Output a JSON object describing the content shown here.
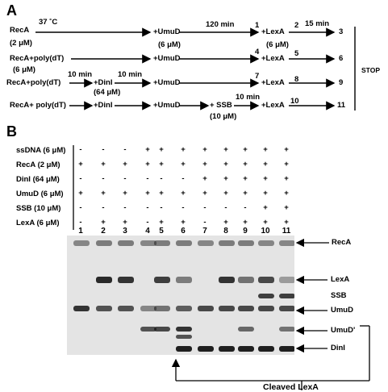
{
  "panel_a": {
    "letter": "A",
    "row1": {
      "start": "RecA",
      "start_conc": "(2 μM)",
      "temp": "37 ˚C",
      "step2": "+UmuD",
      "step2_conc": "(6 μM)",
      "time1": "120 min",
      "step3": "+LexA",
      "step3_conc": "(6 μM)",
      "time2": "15 min",
      "n1": "1",
      "n2": "2",
      "n3": "3"
    },
    "row2": {
      "start": "RecA+poly(dT)",
      "start_conc": "(6 μM)",
      "step2": "+UmuD",
      "step3": "+LexA",
      "n4": "4",
      "n5": "5",
      "n6": "6"
    },
    "row3": {
      "start": "RecA+poly(dT)",
      "time_a": "10 min",
      "step2": "+DinI",
      "step2_conc": "(64 μM)",
      "time_b": "10 min",
      "step3": "+UmuD",
      "step4": "+LexA",
      "n7": "7",
      "n8": "8",
      "n9": "9"
    },
    "row4": {
      "start": "RecA+ poly(dT)",
      "step2": "+DinI",
      "step3": "+UmuD",
      "step4": "+ SSB",
      "step4_conc": "(10 μM)",
      "time": "10 min",
      "step5": "+LexA",
      "n10": "10",
      "n11": "11"
    },
    "stop": "STOP"
  },
  "panel_b": {
    "letter": "B",
    "conditions": [
      {
        "label": "ssDNA (6 μM)",
        "marks": [
          "-",
          "-",
          "-",
          "+",
          "+",
          "+",
          "+",
          "+",
          "+",
          "+",
          "+"
        ]
      },
      {
        "label": "RecA (2 μM)",
        "marks": [
          "+",
          "+",
          "+",
          "+",
          "+",
          "+",
          "+",
          "+",
          "+",
          "+",
          "+"
        ]
      },
      {
        "label": "DinI (64 μM)",
        "marks": [
          "-",
          "-",
          "-",
          "-",
          "-",
          "-",
          "+",
          "+",
          "+",
          "+",
          "+"
        ]
      },
      {
        "label": "UmuD (6 μM)",
        "marks": [
          "+",
          "+",
          "+",
          "+",
          "+",
          "+",
          "+",
          "+",
          "+",
          "+",
          "+"
        ]
      },
      {
        "label": "SSB (10 μM)",
        "marks": [
          "-",
          "-",
          "-",
          "-",
          "-",
          "-",
          "-",
          "-",
          "-",
          "+",
          "+"
        ]
      },
      {
        "label": "LexA (6 μM)",
        "marks": [
          "-",
          "+",
          "+",
          "-",
          "+",
          "+",
          "-",
          "+",
          "+",
          "+",
          "+"
        ]
      }
    ],
    "lanes": [
      "1",
      "2",
      "3",
      "4",
      "5",
      "6",
      "7",
      "8",
      "9",
      "10",
      "11"
    ],
    "band_labels": {
      "reca": "RecA",
      "lexa": "LexA",
      "ssb": "SSB",
      "umud": "UmuD",
      "umudp": "UmuD'",
      "dini": "DinI",
      "cleaved": "Cleaved LexA"
    }
  }
}
